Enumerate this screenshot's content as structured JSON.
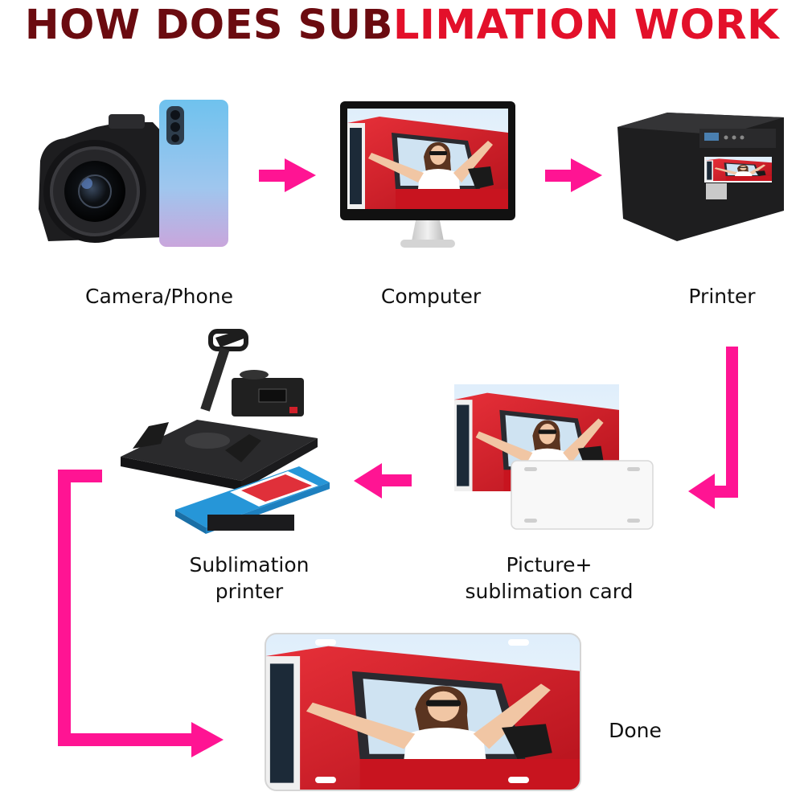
{
  "title": {
    "part1": "HOW DOES SUB",
    "part2": "LIMATION WORK",
    "color1": "#6b0b10",
    "color2": "#e3102a"
  },
  "accent_color": "#ff1493",
  "steps": [
    {
      "id": "camera-phone",
      "label": "Camera/Phone"
    },
    {
      "id": "computer",
      "label": "Computer"
    },
    {
      "id": "printer",
      "label": "Printer"
    },
    {
      "id": "sublimation-printer",
      "label_lines": [
        "Sublimation",
        "printer"
      ]
    },
    {
      "id": "picture-card",
      "label_lines": [
        "Picture+",
        "sublimation card"
      ]
    },
    {
      "id": "done",
      "label": "Done"
    }
  ]
}
